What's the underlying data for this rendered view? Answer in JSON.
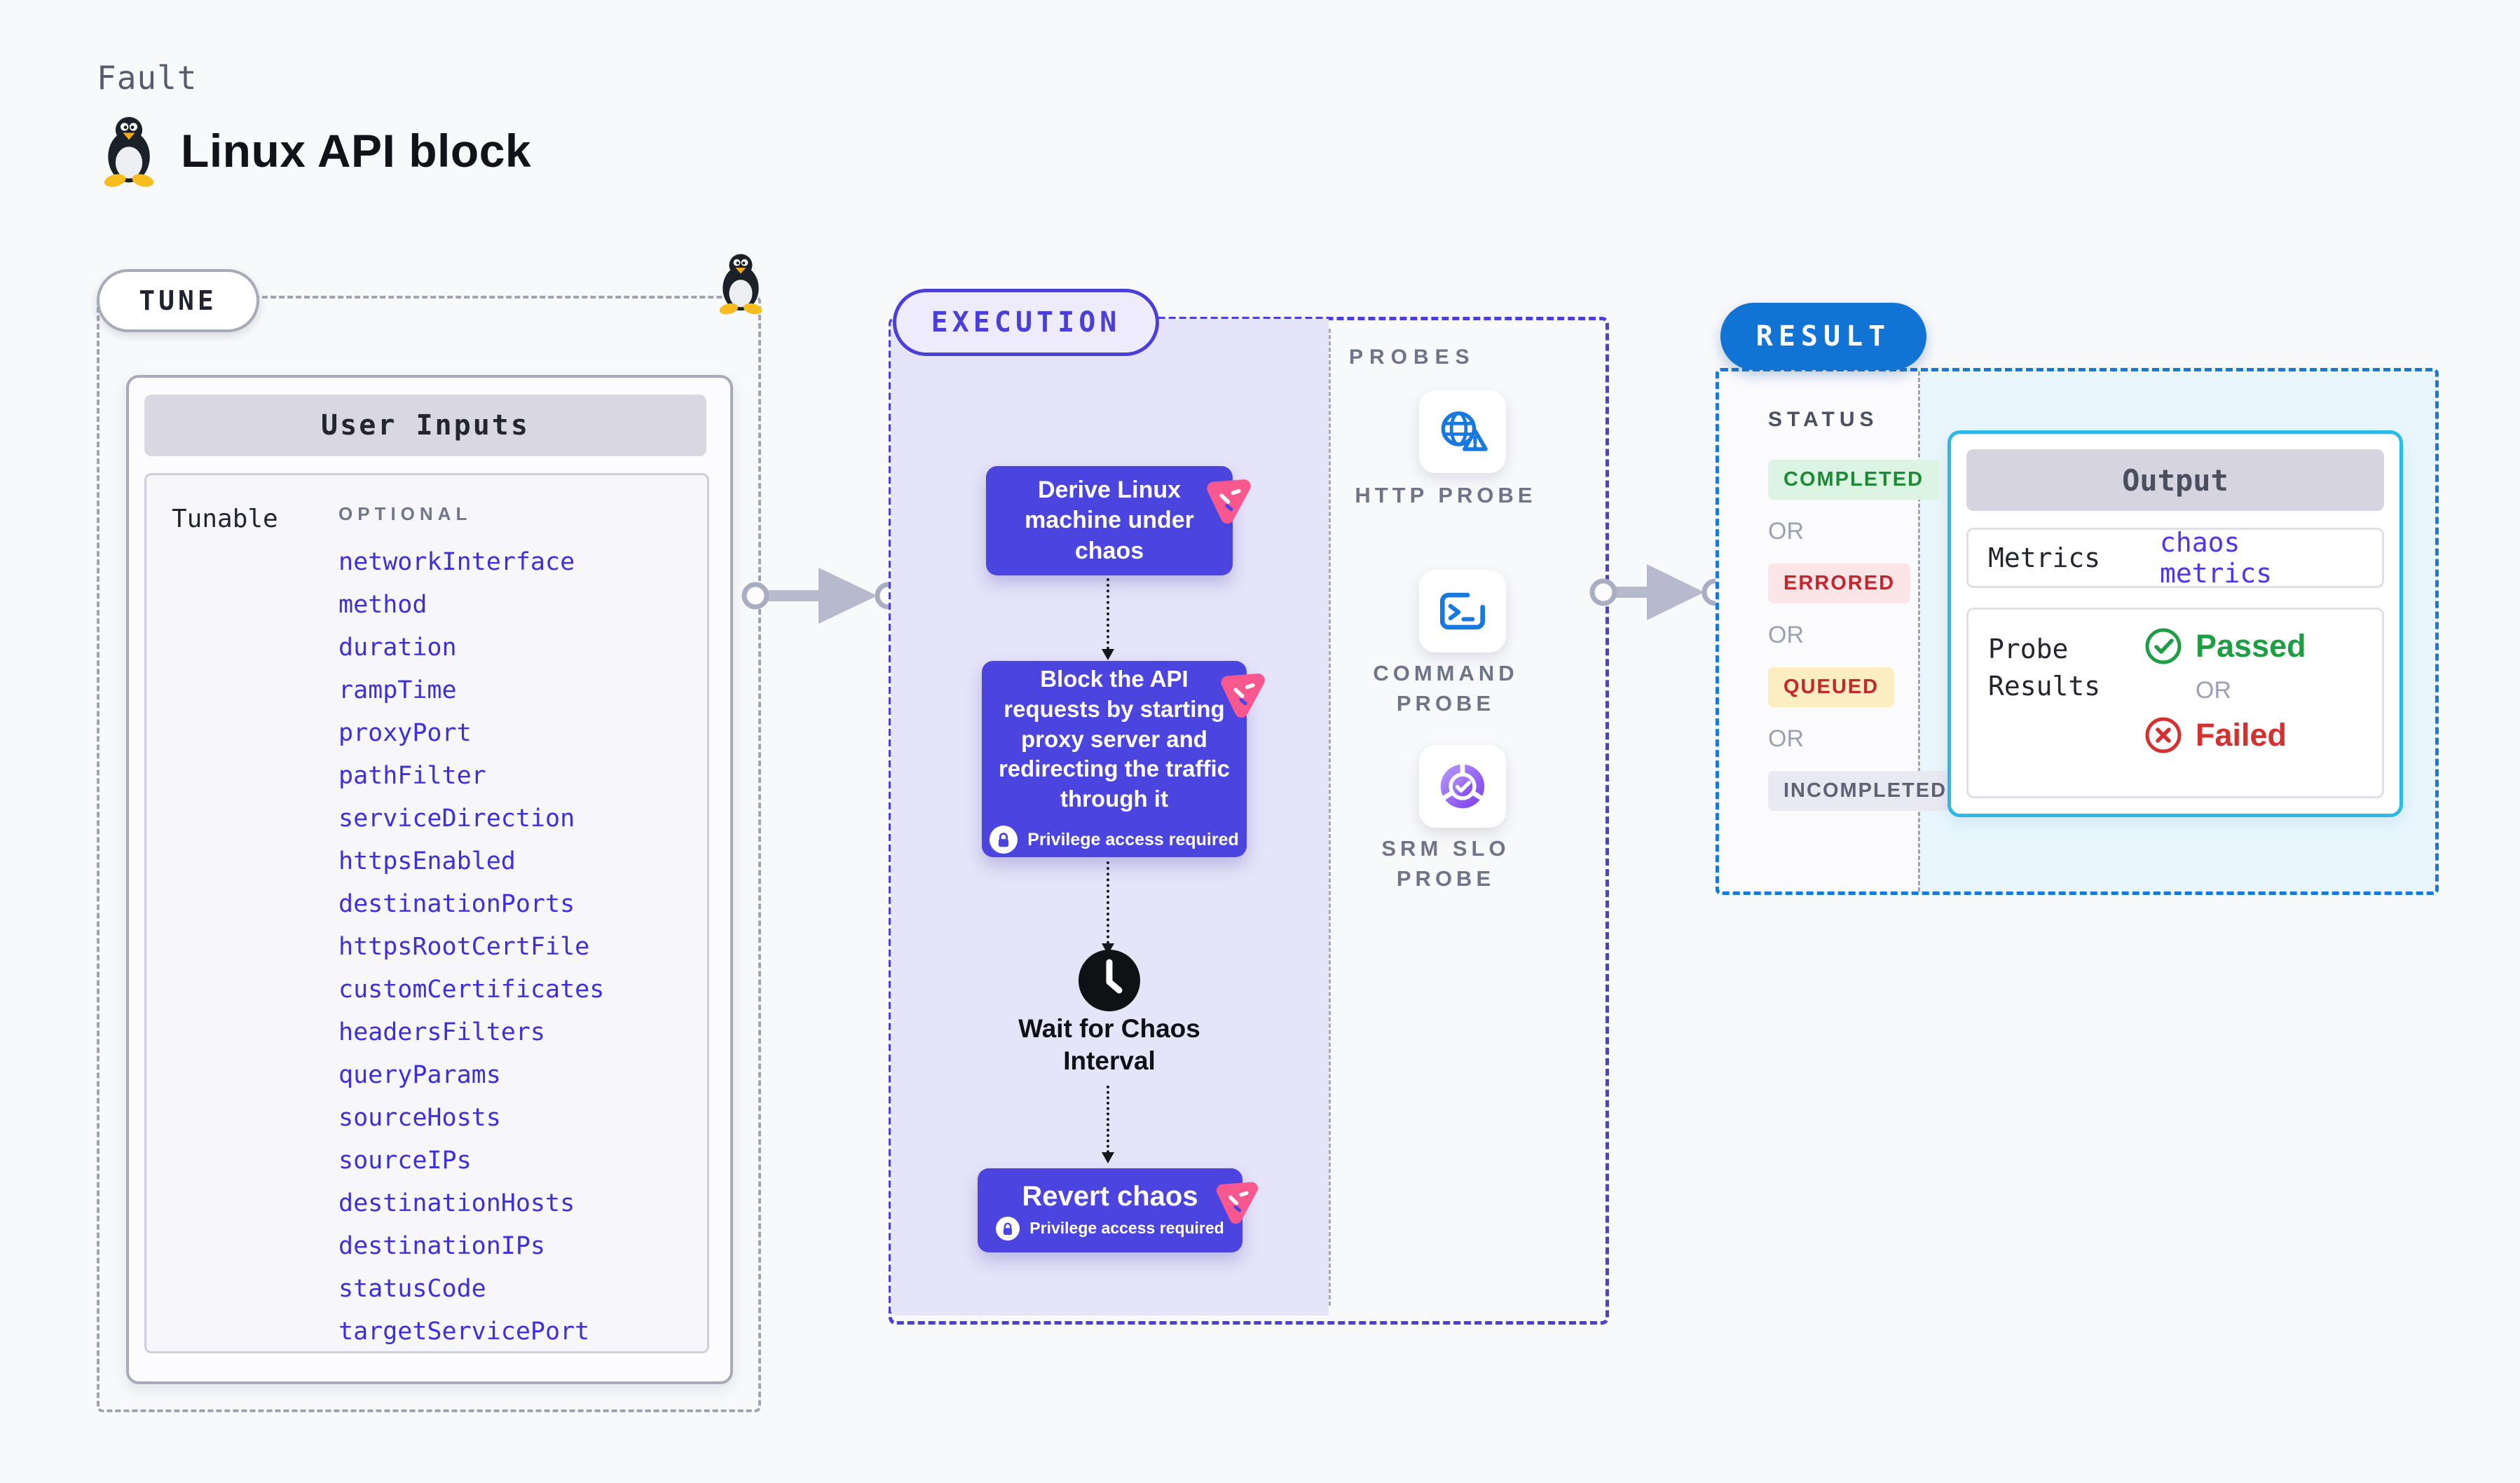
{
  "header": {
    "kicker": "Fault",
    "title": "Linux API block",
    "icon": "tux-penguin-icon"
  },
  "tune": {
    "label": "TUNE",
    "card_title": "User Inputs",
    "row_label": "Tunable",
    "row_tag": "OPTIONAL",
    "params": [
      "networkInterface",
      "method",
      "duration",
      "rampTime",
      "proxyPort",
      "pathFilter",
      "serviceDirection",
      "httpsEnabled",
      "destinationPorts",
      "httpsRootCertFile",
      "customCertificates",
      "headersFilters",
      "queryParams",
      "sourceHosts",
      "sourceIPs",
      "destinationHosts",
      "destinationIPs",
      "statusCode",
      "targetServicePort"
    ]
  },
  "execution": {
    "label": "EXECUTION",
    "steps": [
      {
        "text": "Derive Linux\nmachine under\nchaos",
        "badge_icon": "chaos-badge-icon"
      },
      {
        "text": "Block the API\nrequests by starting\nproxy server and\nredirecting the traffic\nthrough it",
        "privilege": "Privilege access required",
        "privilege_icon": "lock-icon",
        "badge_icon": "chaos-badge-icon"
      },
      {
        "text": "Wait for Chaos\nInterval",
        "icon": "clock-icon"
      },
      {
        "text": "Revert chaos",
        "privilege": "Privilege access required",
        "privilege_icon": "lock-icon",
        "badge_icon": "chaos-badge-icon"
      }
    ]
  },
  "probes": {
    "label": "PROBES",
    "items": [
      {
        "name": "HTTP PROBE",
        "icon": "globe-alert-icon"
      },
      {
        "name": "COMMAND PROBE",
        "icon": "terminal-icon"
      },
      {
        "name": "SRM SLO PROBE",
        "icon": "slo-donut-icon"
      }
    ]
  },
  "result": {
    "label": "RESULT",
    "status_label": "STATUS",
    "or_label": "OR",
    "statuses": [
      {
        "label": "COMPLETED",
        "fg": "#1d8a36",
        "bg": "#dcf5e2"
      },
      {
        "label": "ERRORED",
        "fg": "#c22730",
        "bg": "#fbe5e7"
      },
      {
        "label": "QUEUED",
        "fg": "#c22730",
        "bg": "#fceec0"
      },
      {
        "label": "INCOMPLETED",
        "fg": "#5d6375",
        "bg": "#e9e9f1"
      }
    ],
    "output": {
      "title": "Output",
      "metrics_label": "Metrics",
      "metrics_value": "chaos metrics",
      "probe_results_label": "Probe\nResults",
      "passed_label": "Passed",
      "passed_icon": "check-circle-icon",
      "or_label": "OR",
      "failed_label": "Failed",
      "failed_icon": "x-circle-icon"
    }
  },
  "colors": {
    "page_bg": "#f8f9fb",
    "node_indigo": "#4b44df",
    "execution_border": "#4b3fd9",
    "execution_bg": "#e6e4f9",
    "param_link": "#3d2fd9",
    "result_pill_blue": "#1173d4",
    "result_border": "#1879d8",
    "result_bg": "#e9f6fd",
    "output_border": "#2cb9e8",
    "chaos_pink": "#f9588e",
    "probe_blue": "#1778df",
    "srm_purple": "#8b5cf6",
    "passed_green": "#1e9e43",
    "failed_red": "#d53030",
    "connector_gray": "#b7b9cc"
  }
}
